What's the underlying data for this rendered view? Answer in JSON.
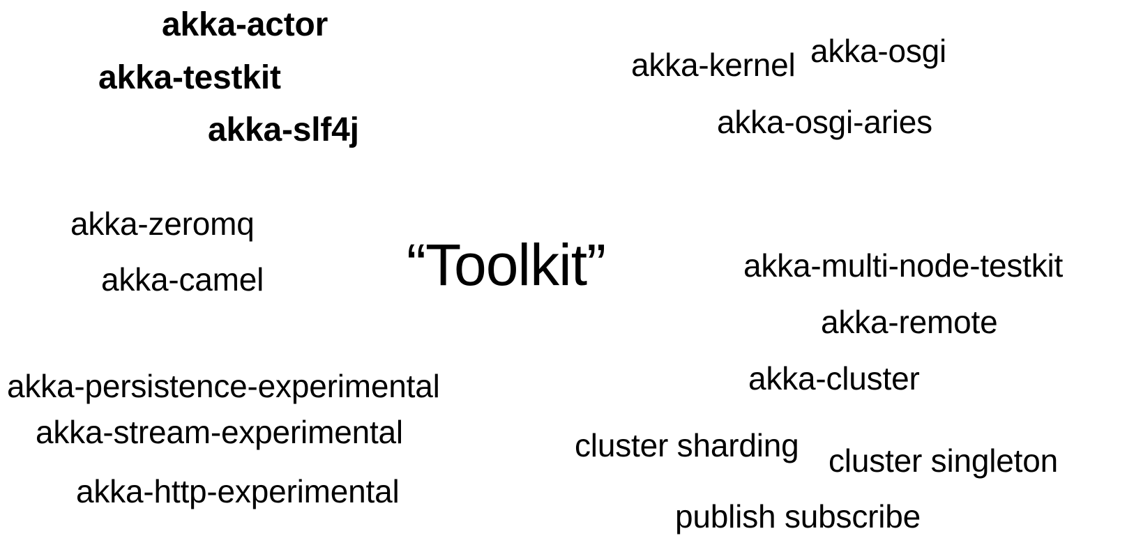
{
  "slide": {
    "center_title": "“Toolkit”",
    "core_modules": [
      "akka-actor",
      "akka-testkit",
      "akka-slf4j"
    ],
    "osgi_modules": [
      "akka-kernel",
      "akka-osgi",
      "akka-osgi-aries"
    ],
    "integration_modules": [
      "akka-zeromq",
      "akka-camel"
    ],
    "experimental_modules": [
      "akka-persistence-experimental",
      "akka-stream-experimental",
      "akka-http-experimental"
    ],
    "cluster_modules": [
      "akka-multi-node-testkit",
      "akka-remote",
      "akka-cluster"
    ],
    "cluster_features": [
      "cluster sharding",
      "cluster singleton",
      "publish subscribe"
    ]
  }
}
